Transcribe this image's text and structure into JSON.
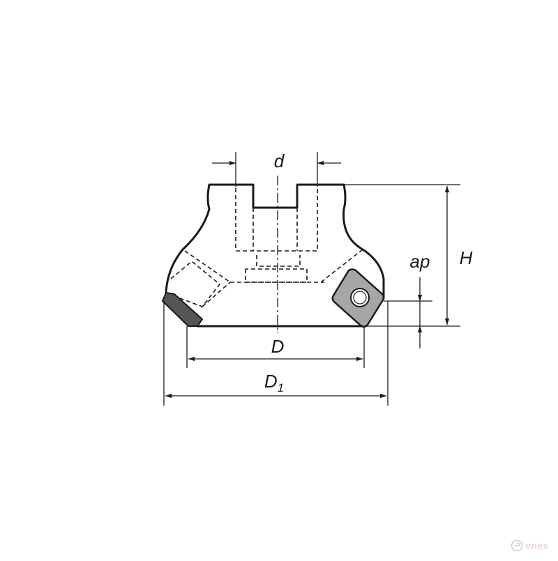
{
  "labels": {
    "d": "d",
    "H": "H",
    "ap": "ap",
    "D": "D",
    "D1_main": "D",
    "D1_sub": "1"
  },
  "watermark": {
    "text": "enex",
    "logo": "enex-circle-logo"
  },
  "colors": {
    "line": "#1a1a1a",
    "insert": "#a6a6a6",
    "insert_dark": "#555555",
    "watermark": "#9a6b6b"
  }
}
